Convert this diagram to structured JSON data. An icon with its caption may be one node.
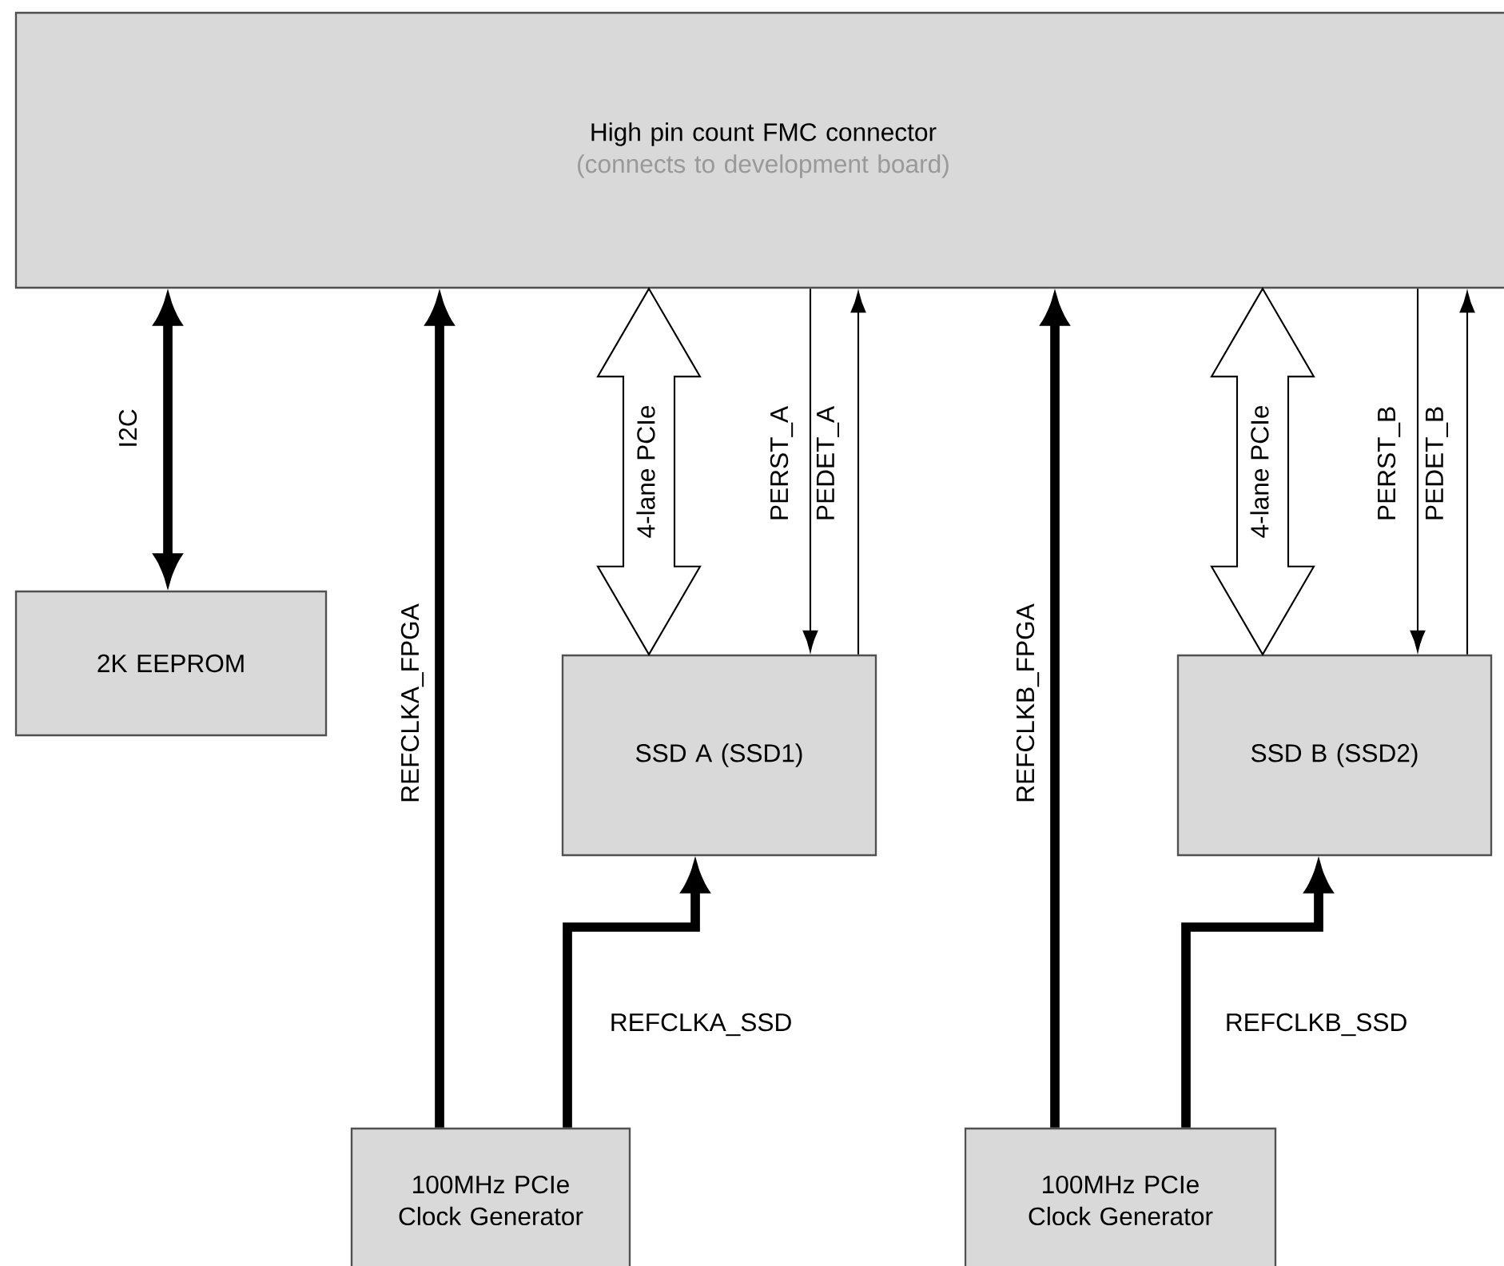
{
  "diagram": {
    "nodes": [
      {
        "text": [
          "High pin count FMC connector",
          "(connects to development board)"
        ]
      },
      {
        "text": [
          "2K EEPROM"
        ]
      },
      {
        "text": [
          "SSD A (SSD1)"
        ]
      },
      {
        "text": [
          "SSD B (SSD2)"
        ]
      },
      {
        "text": [
          "100MHz PCIe Clock Generator"
        ]
      },
      {
        "text": [
          "100MHz PCIe Clock Generator"
        ]
      }
    ],
    "edges": [
      {
        "from": 0,
        "to": 1,
        "arrow": "both",
        "label": "I2C"
      },
      {
        "from": 4,
        "to": 0,
        "arrow": "to",
        "label": "REFCLKA_FPGA"
      },
      {
        "from": 0,
        "to": 2,
        "arrow": "both",
        "label": "4-lane PCIe"
      },
      {
        "from": 0,
        "to": 2,
        "arrow": "to",
        "label": "PERST_A"
      },
      {
        "from": 2,
        "to": 0,
        "arrow": "to",
        "label": "PEDET_A"
      },
      {
        "from": 4,
        "to": 2,
        "arrow": "to",
        "label": "REFCLKA_SSD"
      },
      {
        "from": 5,
        "to": 0,
        "arrow": "to",
        "label": "REFCLKB_FPGA"
      },
      {
        "from": 0,
        "to": 3,
        "arrow": "both",
        "label": "4-lane PCIe"
      },
      {
        "from": 0,
        "to": 3,
        "arrow": "to",
        "label": "PERST_B"
      },
      {
        "from": 3,
        "to": 0,
        "arrow": "to",
        "label": "PEDET_B"
      },
      {
        "from": 5,
        "to": 3,
        "arrow": "to",
        "label": "REFCLKB_SSD"
      }
    ]
  }
}
